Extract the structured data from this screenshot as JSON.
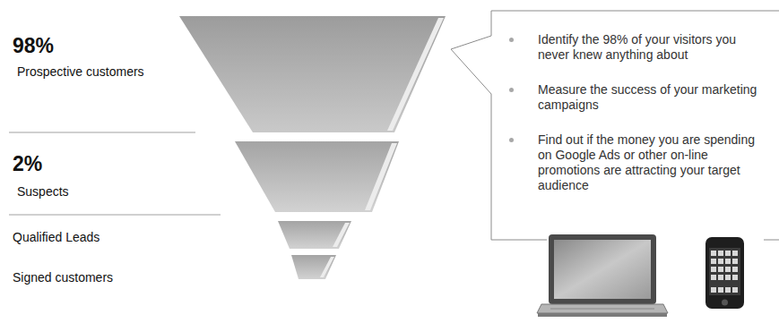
{
  "diagram": {
    "nodes": [
      {
        "text": [
          "Identify the 98% of your visitors you never knew anything about",
          "Measure the success of your marketing campaigns",
          "Find out if the money you are spending on Google Ads or other on-line promotions are attracting your target audience"
        ]
      }
    ],
    "labels": [
      "98%",
      "Prospective customers",
      "2%",
      "Suspects",
      "Qualified Leads",
      "Signed customers"
    ]
  }
}
